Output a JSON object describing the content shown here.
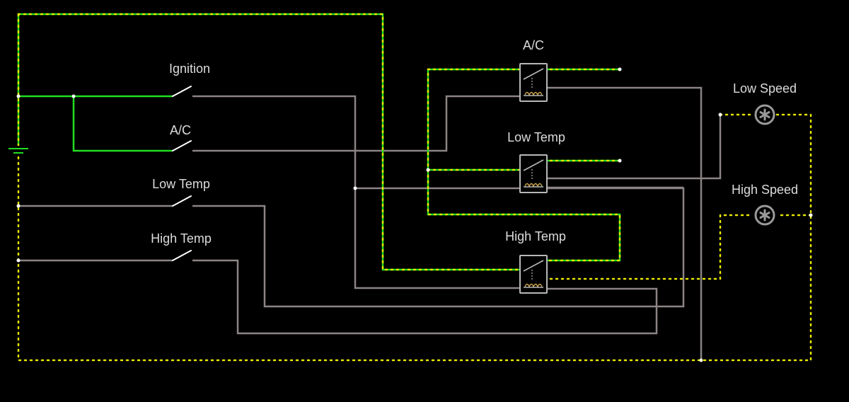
{
  "labels": {
    "ignition_switch": "Ignition",
    "ac_switch": "A/C",
    "low_temp_switch": "Low Temp",
    "high_temp_switch": "High Temp",
    "ac_relay": "A/C",
    "low_temp_relay": "Low Temp",
    "high_temp_relay": "High Temp",
    "low_speed_motor": "Low Speed",
    "high_speed_motor": "High Speed"
  },
  "colors": {
    "background": "#000000",
    "wire_idle": "#8c8484",
    "wire_energized": "#22dd22",
    "current_green": "#22dd22",
    "current_dots_green": "#e8e800",
    "current_dots_ground": "#e8e800",
    "label": "#dcdcdc"
  },
  "icons": {
    "battery": "battery-icon",
    "switch": "switch-icon",
    "relay": "relay-icon",
    "motor": "fan-motor-icon"
  }
}
